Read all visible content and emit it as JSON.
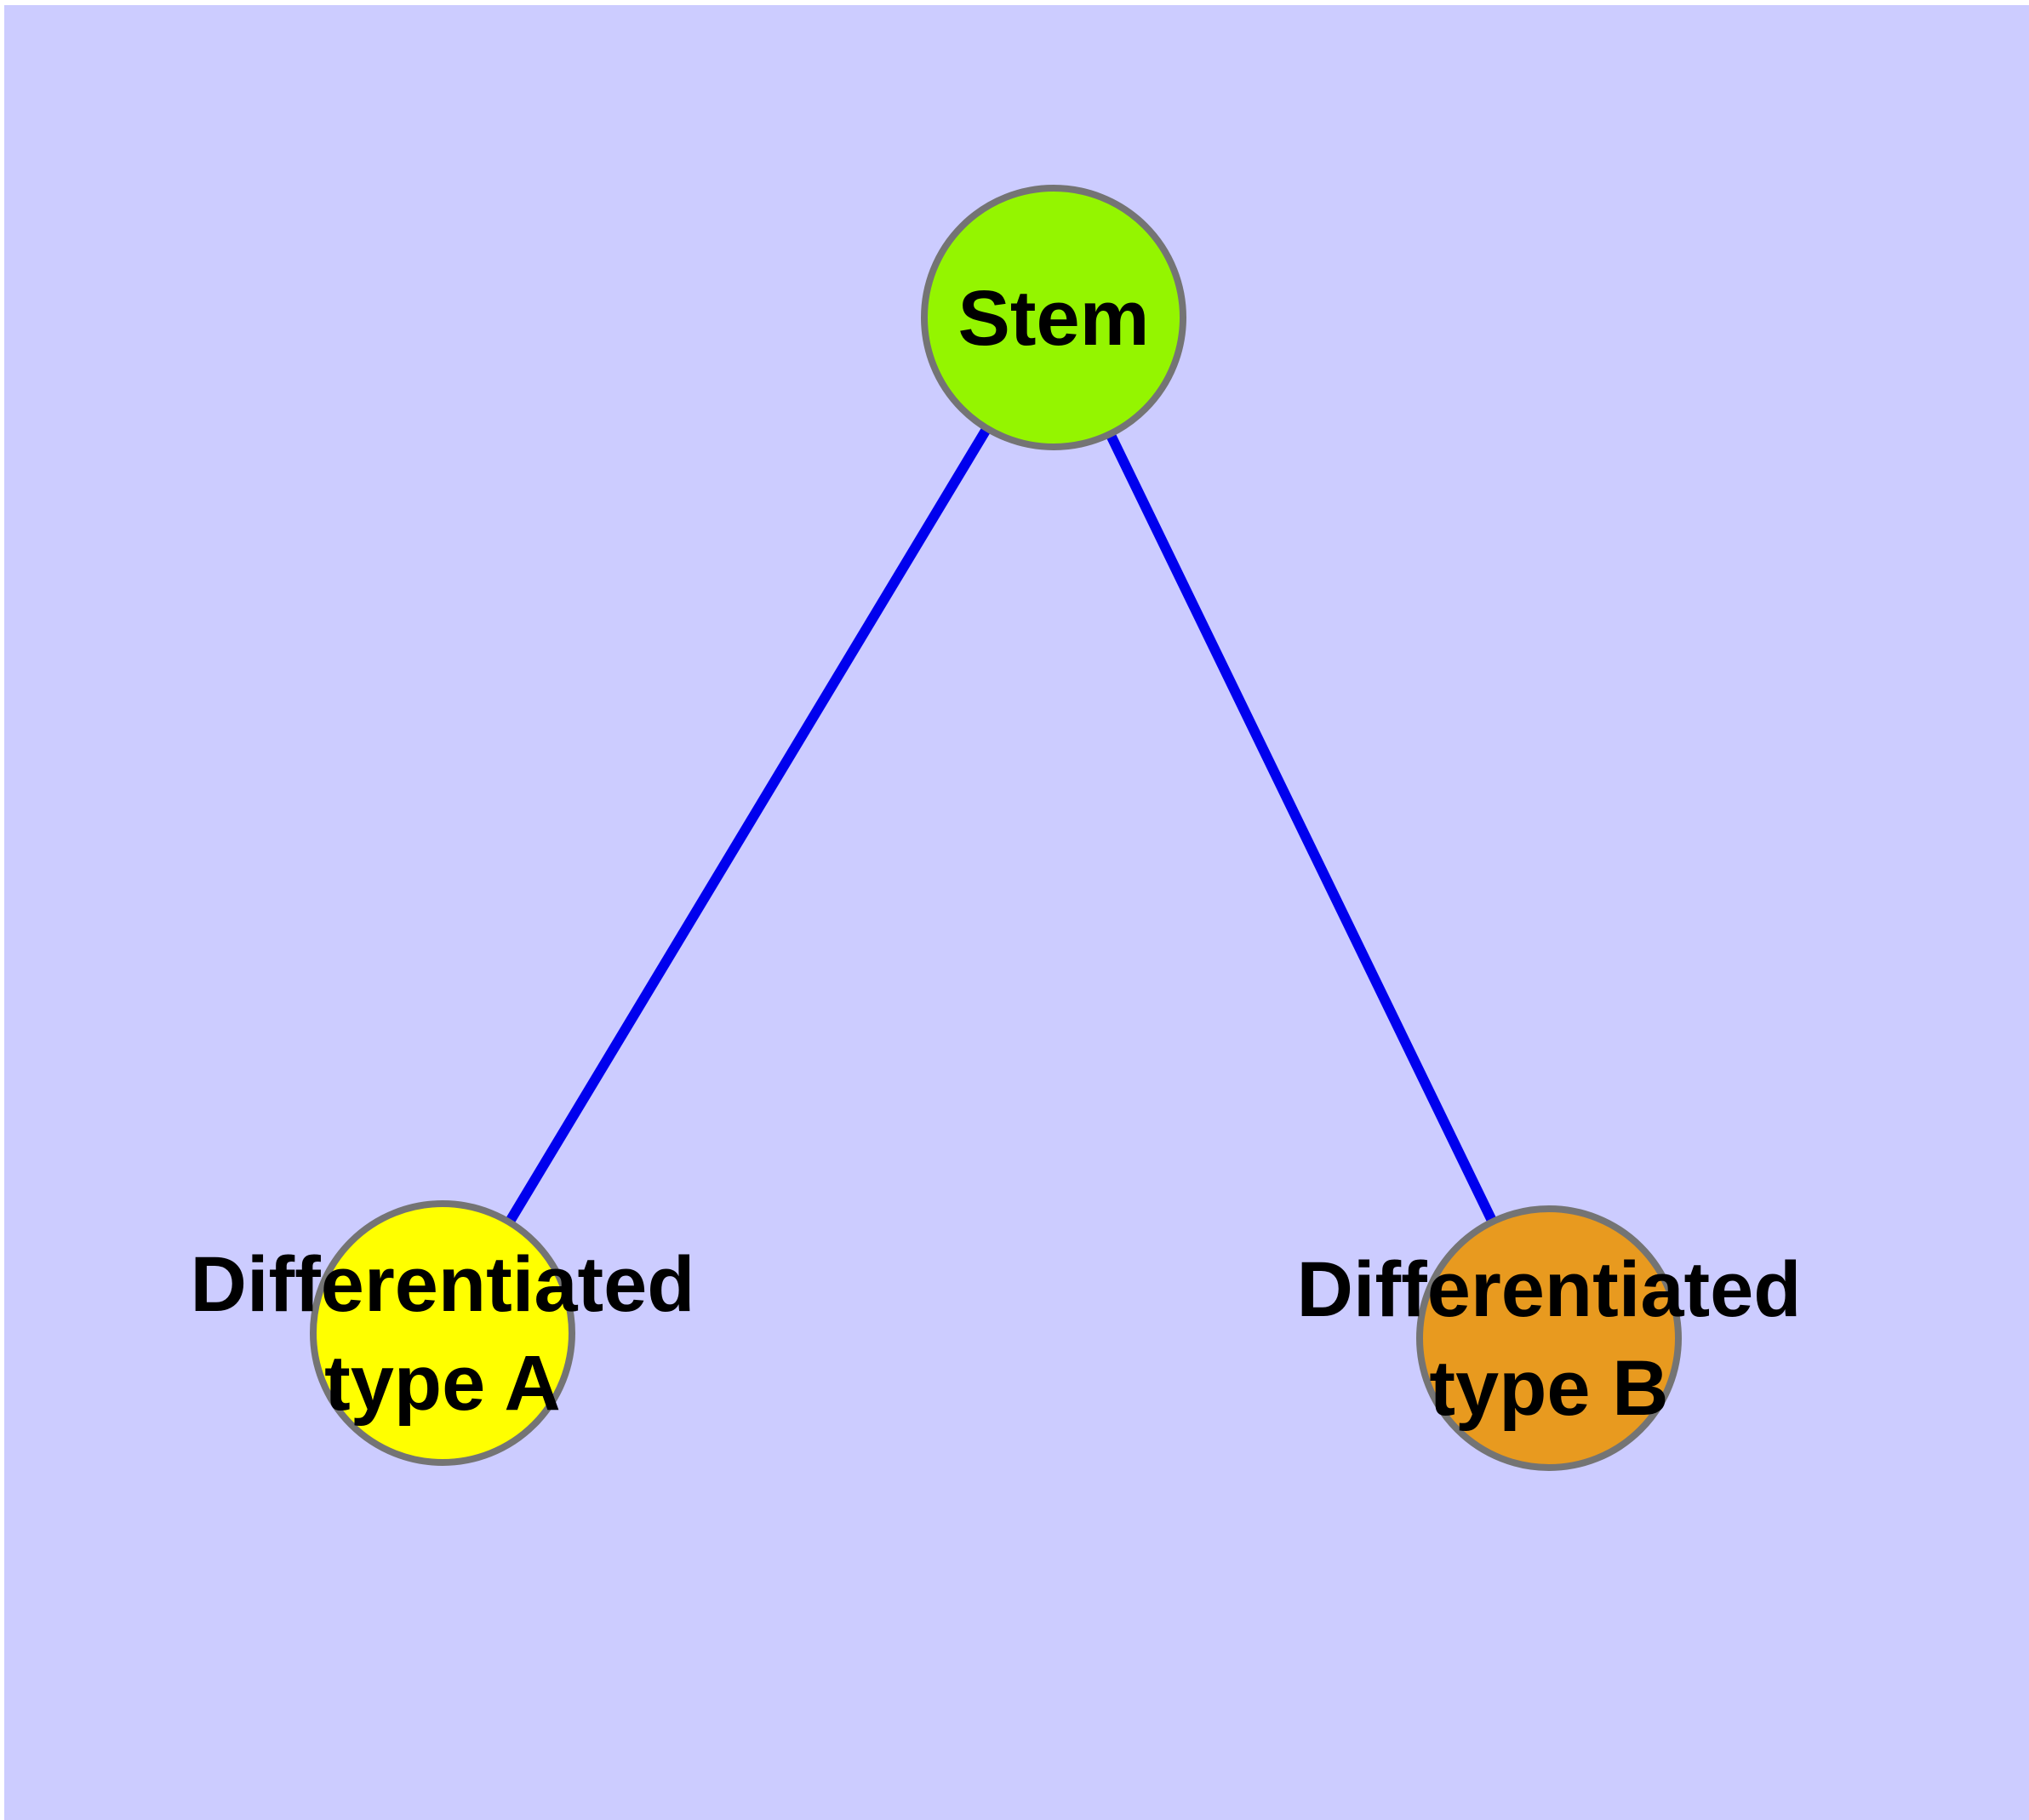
{
  "canvas": {
    "background_color": "#CCCCFF",
    "margin_color": "#FFFFFF"
  },
  "nodes": {
    "stem": {
      "label": "Stem",
      "fill": "#94F500",
      "border_color": "#747474",
      "label_color": "#000000"
    },
    "type_a": {
      "label_line1": "Differentiated",
      "label_line2": "type A",
      "fill": "#FFFF00",
      "border_color": "#747474",
      "label_color": "#000000"
    },
    "type_b": {
      "label_line1": "Differentiated",
      "label_line2": "type B",
      "fill": "#E89A1F",
      "border_color": "#747474",
      "label_color": "#000000"
    }
  },
  "edges": [
    {
      "from": "stem",
      "to": "type_a",
      "color": "#0000EE"
    },
    {
      "from": "stem",
      "to": "type_b",
      "color": "#0000EE"
    }
  ]
}
